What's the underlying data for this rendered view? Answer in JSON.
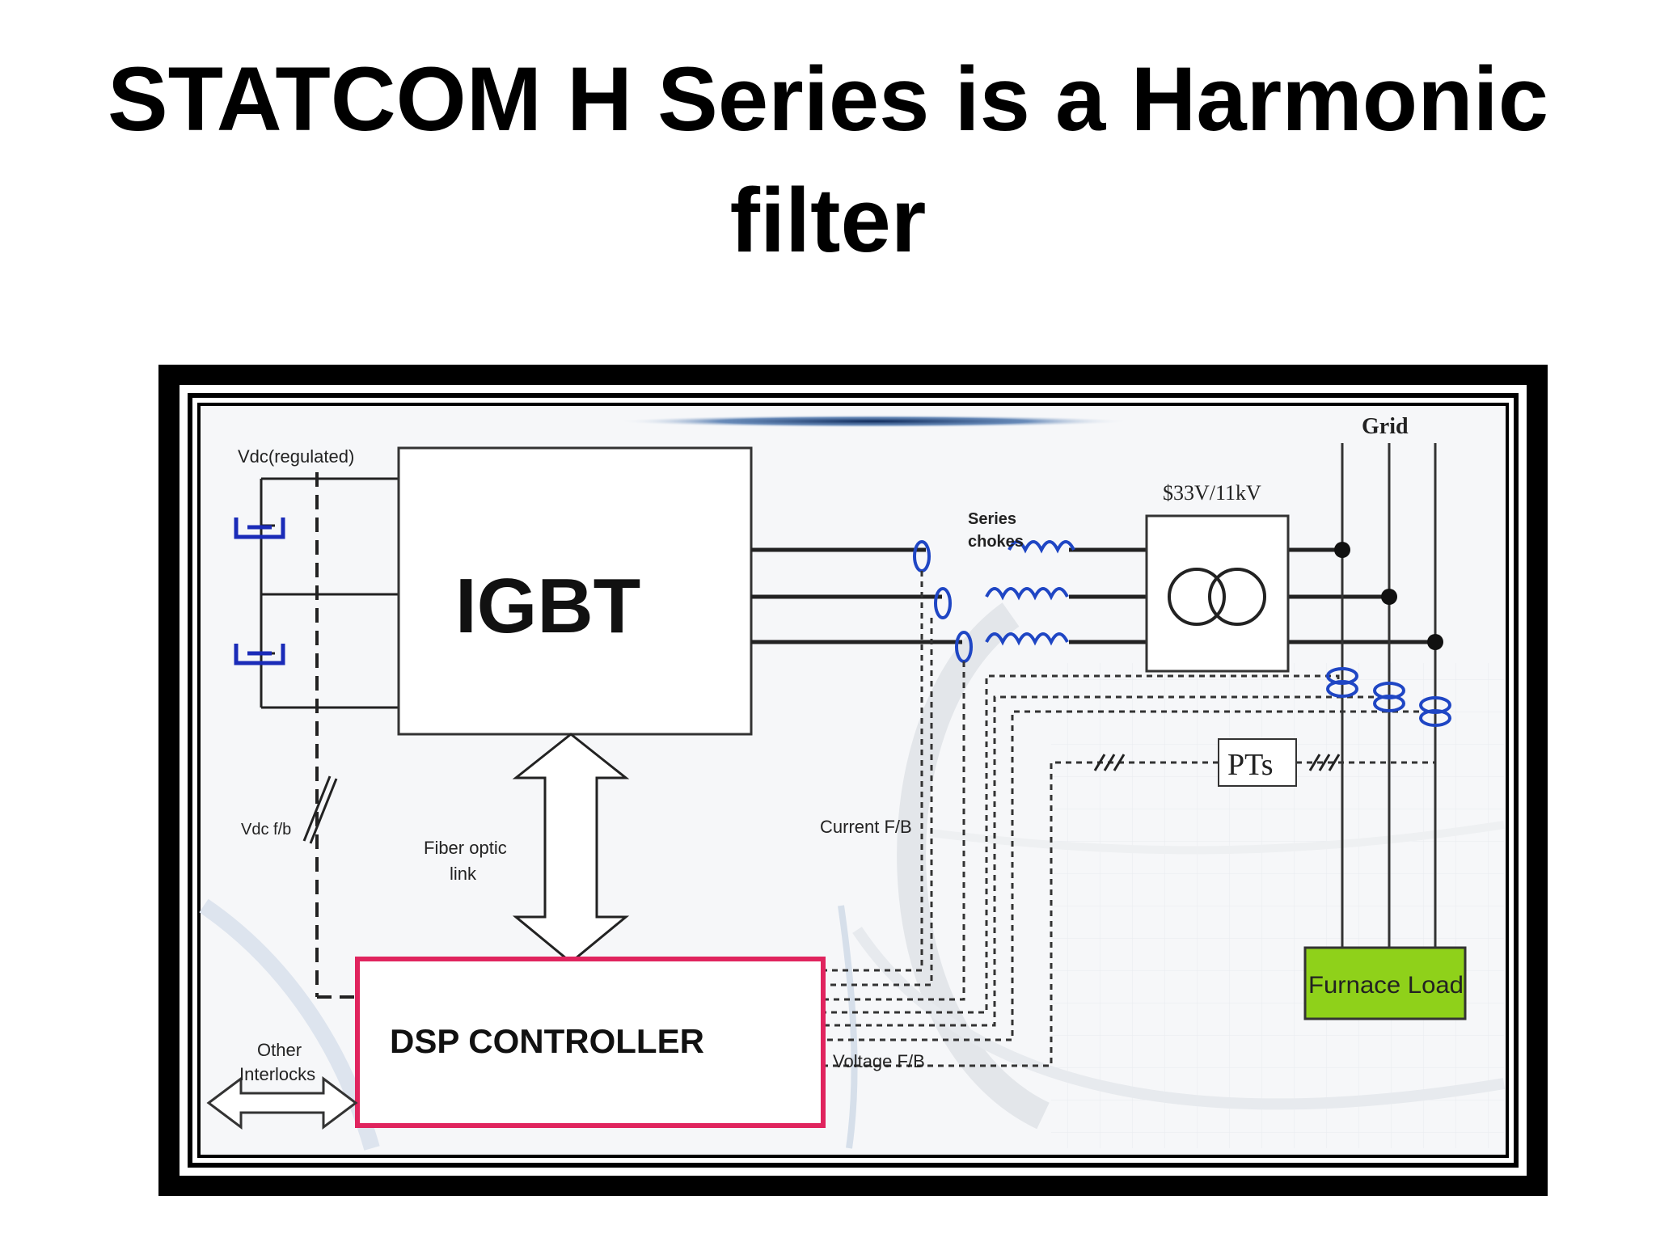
{
  "title": {
    "line1": "STATCOM H Series is a Harmonic",
    "line2": "filter"
  },
  "diagram": {
    "vdc_regulated": "Vdc(regulated)",
    "igbt": "IGBT",
    "series_chokes": [
      "Series",
      "chokes"
    ],
    "transformer_rating": "$33V/11kV",
    "grid": "Grid",
    "pts": "PTs",
    "vdc_fb": "Vdc f/b",
    "fiber_optic_link": [
      "Fiber optic",
      "link"
    ],
    "current_fb": "Current F/B",
    "dsp_controller": "DSP CONTROLLER",
    "voltage_fb": "Voltage F/B",
    "furnace_load": "Furnace Load",
    "other_interlocks": [
      "Other",
      "Interlocks"
    ],
    "colors": {
      "frame": "#000000",
      "dsp_border": "#e0245e",
      "furnace_fill": "#8fd11a",
      "capacitor": "#1a2bb8",
      "ct_blue": "#1f46c4",
      "choke_blue": "#1f46c4",
      "top_bar": "#1c3a6e"
    }
  }
}
